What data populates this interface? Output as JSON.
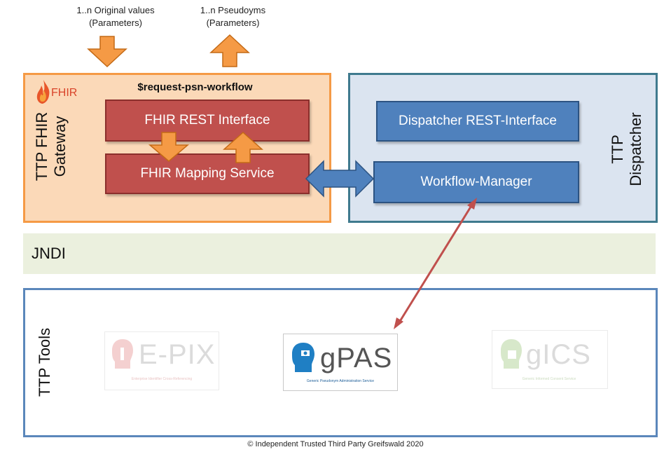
{
  "inputs": {
    "original_values_line1": "1..n Original values",
    "original_values_line2": "(Parameters)",
    "pseudonyms_line1": "1..n Pseudoyms",
    "pseudonyms_line2": "(Parameters)"
  },
  "gateway": {
    "label_line1": "TTP FHIR",
    "label_line2": "Gateway",
    "fhir_logo_text": "FHIR",
    "workflow_title": "$request-psn-workflow",
    "rest_interface": "FHIR REST Interface",
    "mapping_service": "FHIR Mapping Service"
  },
  "dispatcher": {
    "label_line1": "TTP",
    "label_line2": "Dispatcher",
    "rest_interface": "Dispatcher REST-Interface",
    "workflow_manager": "Workflow-Manager"
  },
  "jndi": {
    "label": "JNDI"
  },
  "tools": {
    "label": "TTP Tools",
    "epix": {
      "name": "E-PIX",
      "subtitle": "Enterprise Identifier Cross-Referencing"
    },
    "gpas": {
      "name": "gPAS",
      "subtitle": "Generic Pseudonym Administration Service"
    },
    "gics": {
      "name": "gICS",
      "subtitle": "Generic Informed Consent Service"
    }
  },
  "footer": {
    "copyright": "© Independent Trusted Third Party Greifswald 2020"
  },
  "colors": {
    "gateway_fill": "#fbd9b8",
    "gateway_border": "#f59a45",
    "dispatcher_fill": "#dbe4f0",
    "dispatcher_border": "#3f7a8e",
    "red_box": "#c0504d",
    "blue_box": "#4f81bd",
    "orange_arrow": "#f59a45",
    "connector_red": "#c0504d"
  }
}
